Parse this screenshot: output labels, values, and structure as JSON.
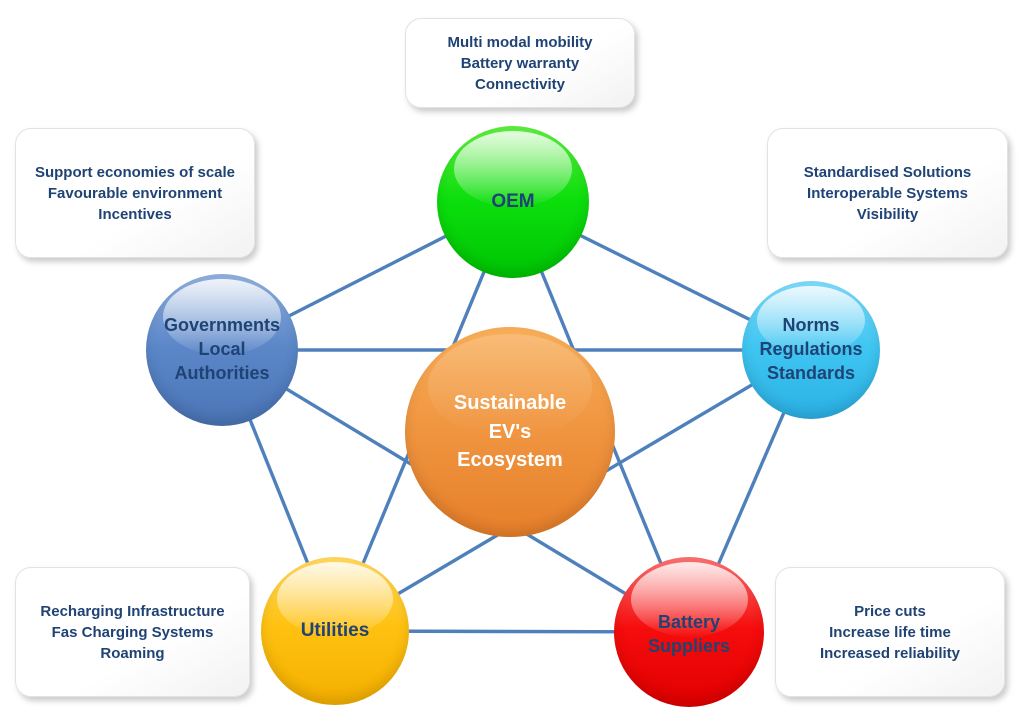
{
  "diagram_title": "Sustainable EV's Ecosystem",
  "colors": {
    "connector": "#4E80BC",
    "text_navy": "#1F4374",
    "center_text": "#FFFFFF"
  },
  "nodes": {
    "center": {
      "line1": "Sustainable",
      "line2": "EV's",
      "line3": "Ecosystem",
      "colors": {
        "light": "#F8AE59",
        "base": "#F09540",
        "dark": "#E67F2A"
      }
    },
    "oem": {
      "line1": "OEM",
      "colors": {
        "light": "#5CEC3E",
        "base": "#0CDF0C",
        "dark": "#00C404"
      }
    },
    "governments": {
      "line1": "Governments",
      "line2": "Local",
      "line3": "Authorities",
      "colors": {
        "light": "#8FAEDC",
        "base": "#5B87C9",
        "dark": "#4A74B5"
      }
    },
    "norms": {
      "line1": "Norms",
      "line2": "Regulations",
      "line3": "Standards",
      "colors": {
        "light": "#7DD8F8",
        "base": "#3FC6F2",
        "dark": "#2BB0E4"
      }
    },
    "utilities": {
      "line1": "Utilities",
      "colors": {
        "light": "#FFD75E",
        "base": "#FFC110",
        "dark": "#F4AF00"
      }
    },
    "battery": {
      "line1": "Battery",
      "line2": "Suppliers",
      "colors": {
        "light": "#FA7070",
        "base": "#F60C0C",
        "dark": "#E00000"
      }
    }
  },
  "callouts": {
    "oem": {
      "line1": "Multi modal mobility",
      "line2": "Battery warranty",
      "line3": "Connectivity"
    },
    "governments": {
      "line1": "Support economies of scale",
      "line2": "Favourable environment",
      "line3": "Incentives"
    },
    "norms": {
      "line1": "Standardised Solutions",
      "line2": "Interoperable Systems",
      "line3": "Visibility"
    },
    "utilities": {
      "line1": "Recharging Infrastructure",
      "line2": "Fas Charging Systems",
      "line3": "Roaming"
    },
    "battery": {
      "line1": "Price cuts",
      "line2": "Increase life time",
      "line3": "Increased reliability"
    }
  }
}
